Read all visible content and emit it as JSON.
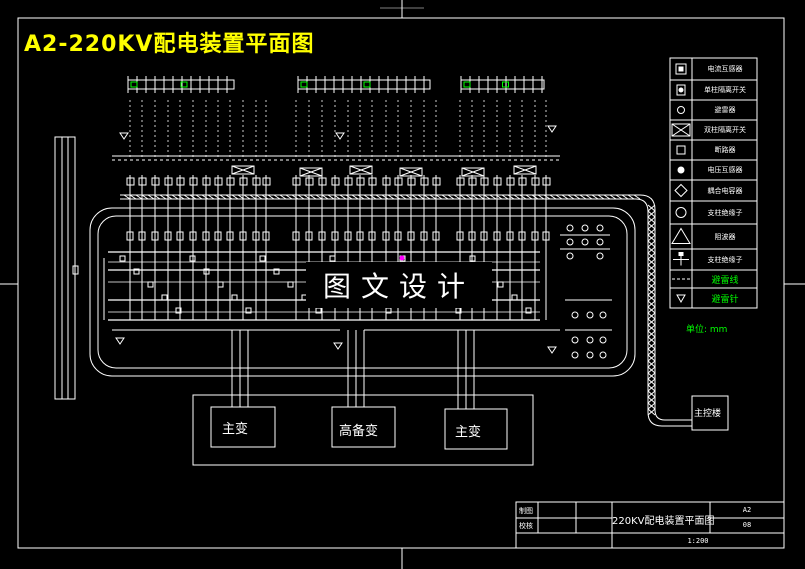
{
  "drawing": {
    "title": "A2-220KV配电装置平面图",
    "watermark": "图文设计"
  },
  "transformers": {
    "left": "主变",
    "middle": "高备变",
    "right": "主变"
  },
  "control_room": "主控楼",
  "unit_label": "单位: mm",
  "legend": {
    "items": [
      {
        "icon": "current-transformer-icon",
        "label": "电流互感器"
      },
      {
        "icon": "single-isolator-icon",
        "label": "单柱隔离开关"
      },
      {
        "icon": "arrester-icon",
        "label": "避雷器"
      },
      {
        "icon": "double-isolator-icon",
        "label": "双柱隔离开关"
      },
      {
        "icon": "breaker-icon",
        "label": "断路器"
      },
      {
        "icon": "voltage-transformer-icon",
        "label": "电压互感器"
      },
      {
        "icon": "coupling-capacitor-icon",
        "label": "耦合电容器"
      },
      {
        "icon": "support-insulator-icon",
        "label": "支柱绝缘子"
      },
      {
        "icon": "wave-trap-icon",
        "label": "阻波器"
      },
      {
        "icon": "post-insulator-icon",
        "label": "支柱绝缘子"
      },
      {
        "icon": "lightning-rod-icon",
        "label": "避雷线"
      },
      {
        "icon": "lightning-needle-icon",
        "label": "避雷针"
      }
    ]
  },
  "title_block": {
    "row1_left": "制图",
    "row2_left": "校核",
    "name": "220KV配电装置平面图",
    "sheet": "A2",
    "number": "08",
    "scale": "1:200"
  },
  "colors": {
    "background": "#000000",
    "line": "#ffffff",
    "title": "#ffff00",
    "green": "#00ff00",
    "magenta": "#ff00ff"
  }
}
